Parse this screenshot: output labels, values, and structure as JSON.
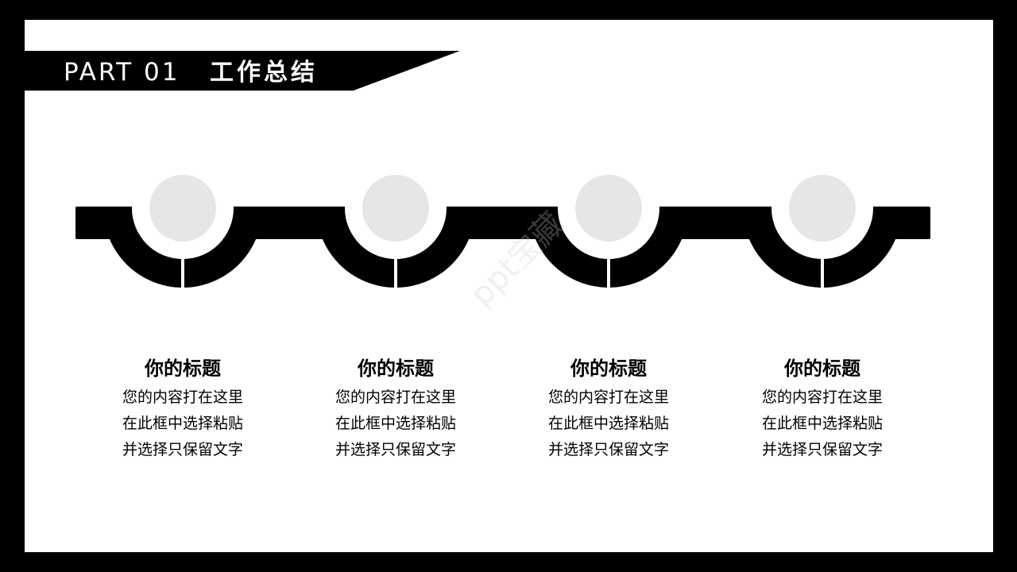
{
  "header": {
    "part_label": "PART 01",
    "title": "工作总结"
  },
  "watermark": "ppt宝藏",
  "items": [
    {
      "title": "你的标题",
      "lines": [
        "您的内容打在这里",
        "在此框中选择粘贴",
        "并选择只保留文字"
      ]
    },
    {
      "title": "你的标题",
      "lines": [
        "您的内容打在这里",
        "在此框中选择粘贴",
        "并选择只保留文字"
      ]
    },
    {
      "title": "你的标题",
      "lines": [
        "您的内容打在这里",
        "在此框中选择粘贴",
        "并选择只保留文字"
      ]
    },
    {
      "title": "你的标题",
      "lines": [
        "您的内容打在这里",
        "在此框中选择粘贴",
        "并选择只保留文字"
      ]
    }
  ],
  "colors": {
    "frame": "#000000",
    "background": "#ffffff",
    "circle": "#e6e6e6"
  }
}
